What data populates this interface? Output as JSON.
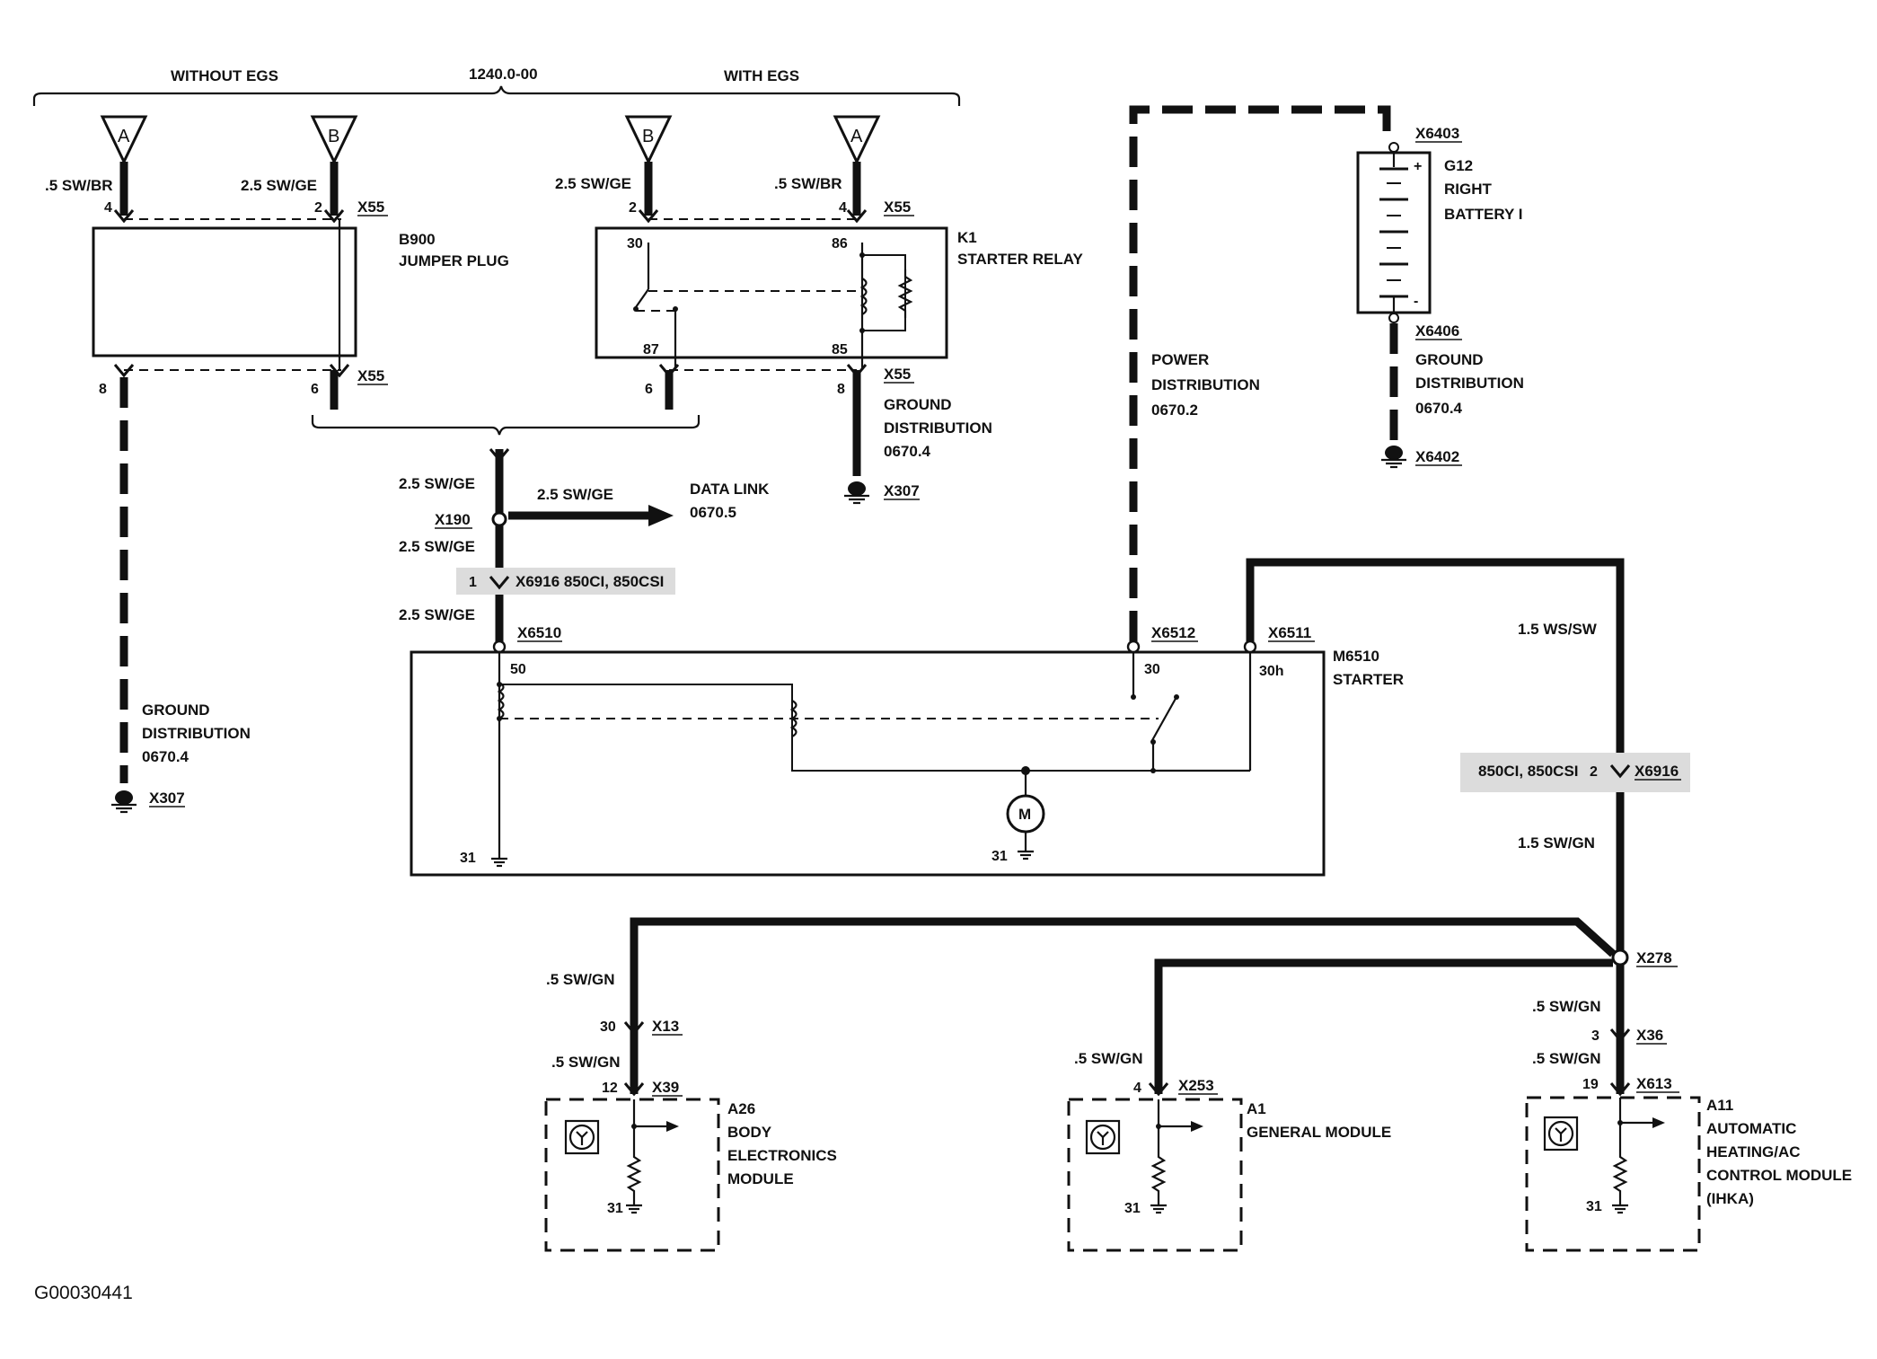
{
  "header": {
    "without_egs": "WITHOUT EGS",
    "ref": "1240.0-00",
    "with_egs": "WITH EGS"
  },
  "connectors": {
    "a": "A",
    "b": "B"
  },
  "wires": {
    "sw_br": ".5 SW/BR",
    "sw_ge_25": "2.5 SW/GE",
    "sw_gn_15": "1.5 SW/GN",
    "ws_sw_15": "1.5 WS/SW",
    "sw_gn_05": ".5 SW/GN"
  },
  "jumper": {
    "id": "B900",
    "name": "JUMPER PLUG",
    "pin_top_a": "4",
    "pin_top_b": "2",
    "pin_bot_a": "8",
    "pin_bot_b": "6",
    "conn": "X55"
  },
  "relay": {
    "id": "K1",
    "name": "STARTER RELAY",
    "pin_2": "2",
    "pin_4": "4",
    "pin_30": "30",
    "pin_86": "86",
    "pin_87": "87",
    "pin_85": "85",
    "pin_6": "6",
    "pin_8": "8",
    "conn": "X55"
  },
  "ground_left": {
    "l1": "GROUND",
    "l2": "DISTRIBUTION",
    "l3": "0670.4",
    "conn": "X307"
  },
  "ground_relay": {
    "l1": "GROUND",
    "l2": "DISTRIBUTION",
    "l3": "0670.4",
    "conn": "X307"
  },
  "splice_x190": "X190",
  "data_link": {
    "l1": "DATA LINK",
    "l2": "0670.5"
  },
  "conn_x6916a": {
    "pin": "1",
    "text": "X6916 850CI, 850CSI"
  },
  "starter": {
    "conn_50": "X6510",
    "conn_30": "X6512",
    "conn_30h": "X6511",
    "pin_50": "50",
    "pin_30": "30",
    "pin_30h": "30h",
    "id": "M6510",
    "name": "STARTER",
    "gnd_left": "31",
    "gnd_motor": "31",
    "motor": "M"
  },
  "power_dist": {
    "l1": "POWER",
    "l2": "DISTRIBUTION",
    "l3": "0670.2"
  },
  "battery": {
    "conn_top": "X6403",
    "id": "G12",
    "l1": "RIGHT",
    "l2": "BATTERY I",
    "plus": "+",
    "minus": "-",
    "conn_bot": "X6406",
    "g1": "GROUND",
    "g2": "DISTRIBUTION",
    "g3": "0670.4",
    "gnd_conn": "X6402"
  },
  "conn_x6916b": {
    "text": "850CI, 850CSI",
    "pin": "2",
    "conn": "X6916"
  },
  "splice_x278": "X278",
  "bem": {
    "pin_a": "30",
    "conn_a": "X13",
    "pin_b": "12",
    "conn_b": "X39",
    "id": "A26",
    "l1": "BODY",
    "l2": "ELECTRONICS",
    "l3": "MODULE",
    "gnd": "31"
  },
  "gm": {
    "pin": "4",
    "conn": "X253",
    "id": "A1",
    "name": "GENERAL MODULE",
    "gnd": "31"
  },
  "ihka": {
    "pin_a": "3",
    "conn_a": "X36",
    "pin_b": "19",
    "conn_b": "X613",
    "id": "A11",
    "l1": "AUTOMATIC",
    "l2": "HEATING/AC",
    "l3": "CONTROL MODULE",
    "l4": "(IHKA)",
    "gnd": "31"
  },
  "footer_id": "G00030441"
}
